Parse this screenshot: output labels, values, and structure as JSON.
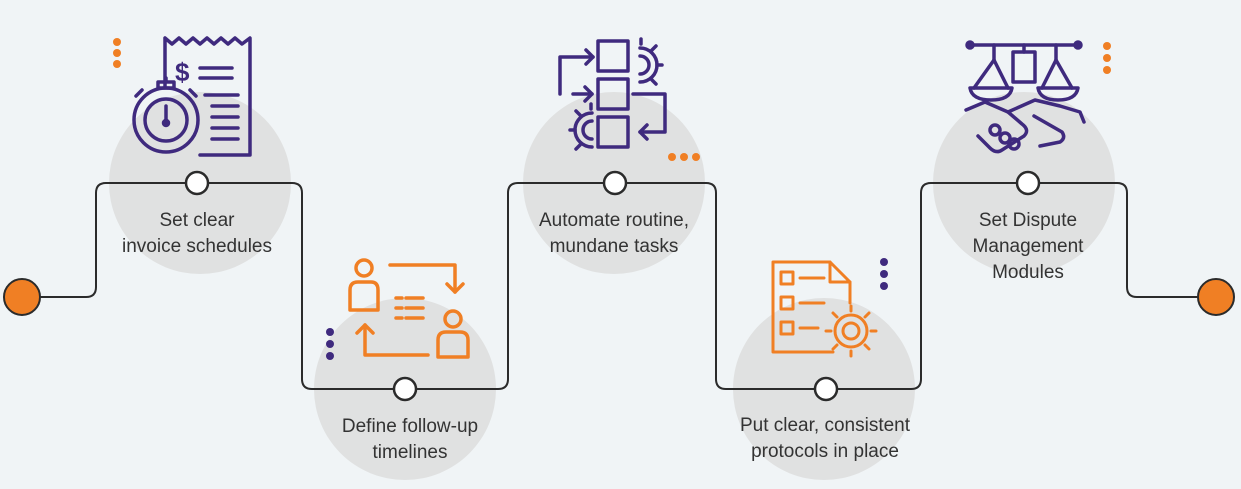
{
  "colors": {
    "background": "#f0f4f6",
    "circle": "#e0e1e1",
    "connector": "#2b2b2b",
    "purple": "#3f2a7e",
    "orange": "#f07f24",
    "text": "#333333"
  },
  "steps": [
    {
      "icon": "invoice-stopwatch-icon",
      "lines": [
        "Set clear",
        "invoice schedules"
      ]
    },
    {
      "icon": "follow-up-cycle-icon",
      "lines": [
        "Define follow-up",
        "timelines"
      ]
    },
    {
      "icon": "automation-gears-icon",
      "lines": [
        "Automate routine,",
        "mundane tasks"
      ]
    },
    {
      "icon": "protocol-checklist-icon",
      "lines": [
        "Put clear, consistent",
        "protocols in place"
      ]
    },
    {
      "icon": "dispute-scales-handshake-icon",
      "lines": [
        "Set Dispute",
        "Management",
        "Modules"
      ]
    }
  ]
}
